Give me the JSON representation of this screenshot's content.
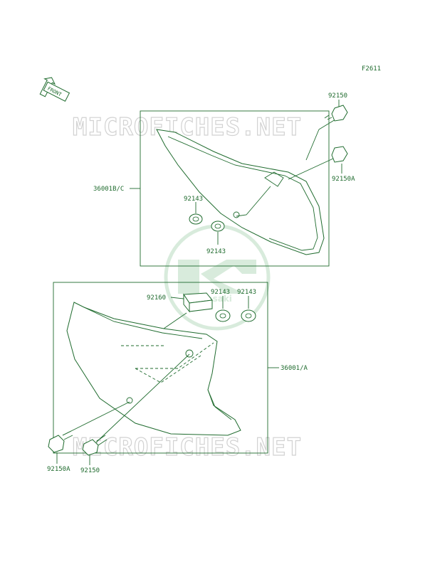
{
  "figure_code": "F2611",
  "front_label": "FRONT",
  "watermark": "MICROFICHES.NET",
  "logo_text": "Kawasaki",
  "parts": {
    "upper_bolt": "92150",
    "upper_bolt_a": "92150A",
    "upper_cover": "36001B/C",
    "upper_grommet_1": "92143",
    "upper_grommet_2": "92143",
    "pad": "92160",
    "lower_grommet_1": "92143",
    "lower_grommet_2": "92143",
    "lower_cover": "36001/A",
    "lower_bolt_a": "92150A",
    "lower_bolt": "92150"
  },
  "colors": {
    "line": "#1f6b2e",
    "watermark": "#d2d2d2",
    "logo": "#b9dcc0"
  }
}
